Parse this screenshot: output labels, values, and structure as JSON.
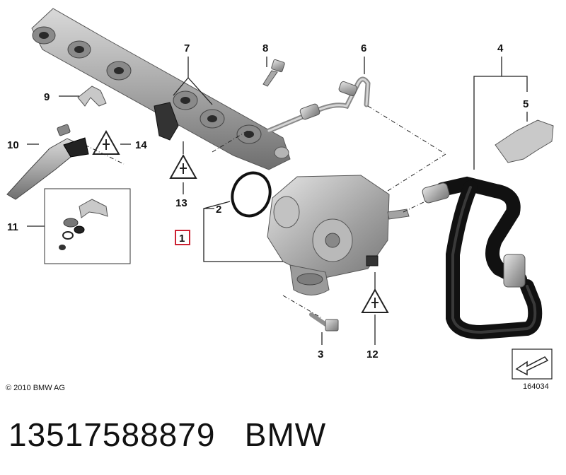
{
  "diagram": {
    "callouts": {
      "c1": "1",
      "c2": "2",
      "c3": "3",
      "c4": "4",
      "c5": "5",
      "c6": "6",
      "c7": "7",
      "c8": "8",
      "c9": "9",
      "c10": "10",
      "c11": "11",
      "c12": "12",
      "c13": "13",
      "c14": "14"
    },
    "highlight_color": "#cc2233",
    "copyright": "© 2010 BMW AG",
    "reference_number": "164034"
  },
  "footer": {
    "part_number": "13517588879",
    "brand": "BMW"
  }
}
